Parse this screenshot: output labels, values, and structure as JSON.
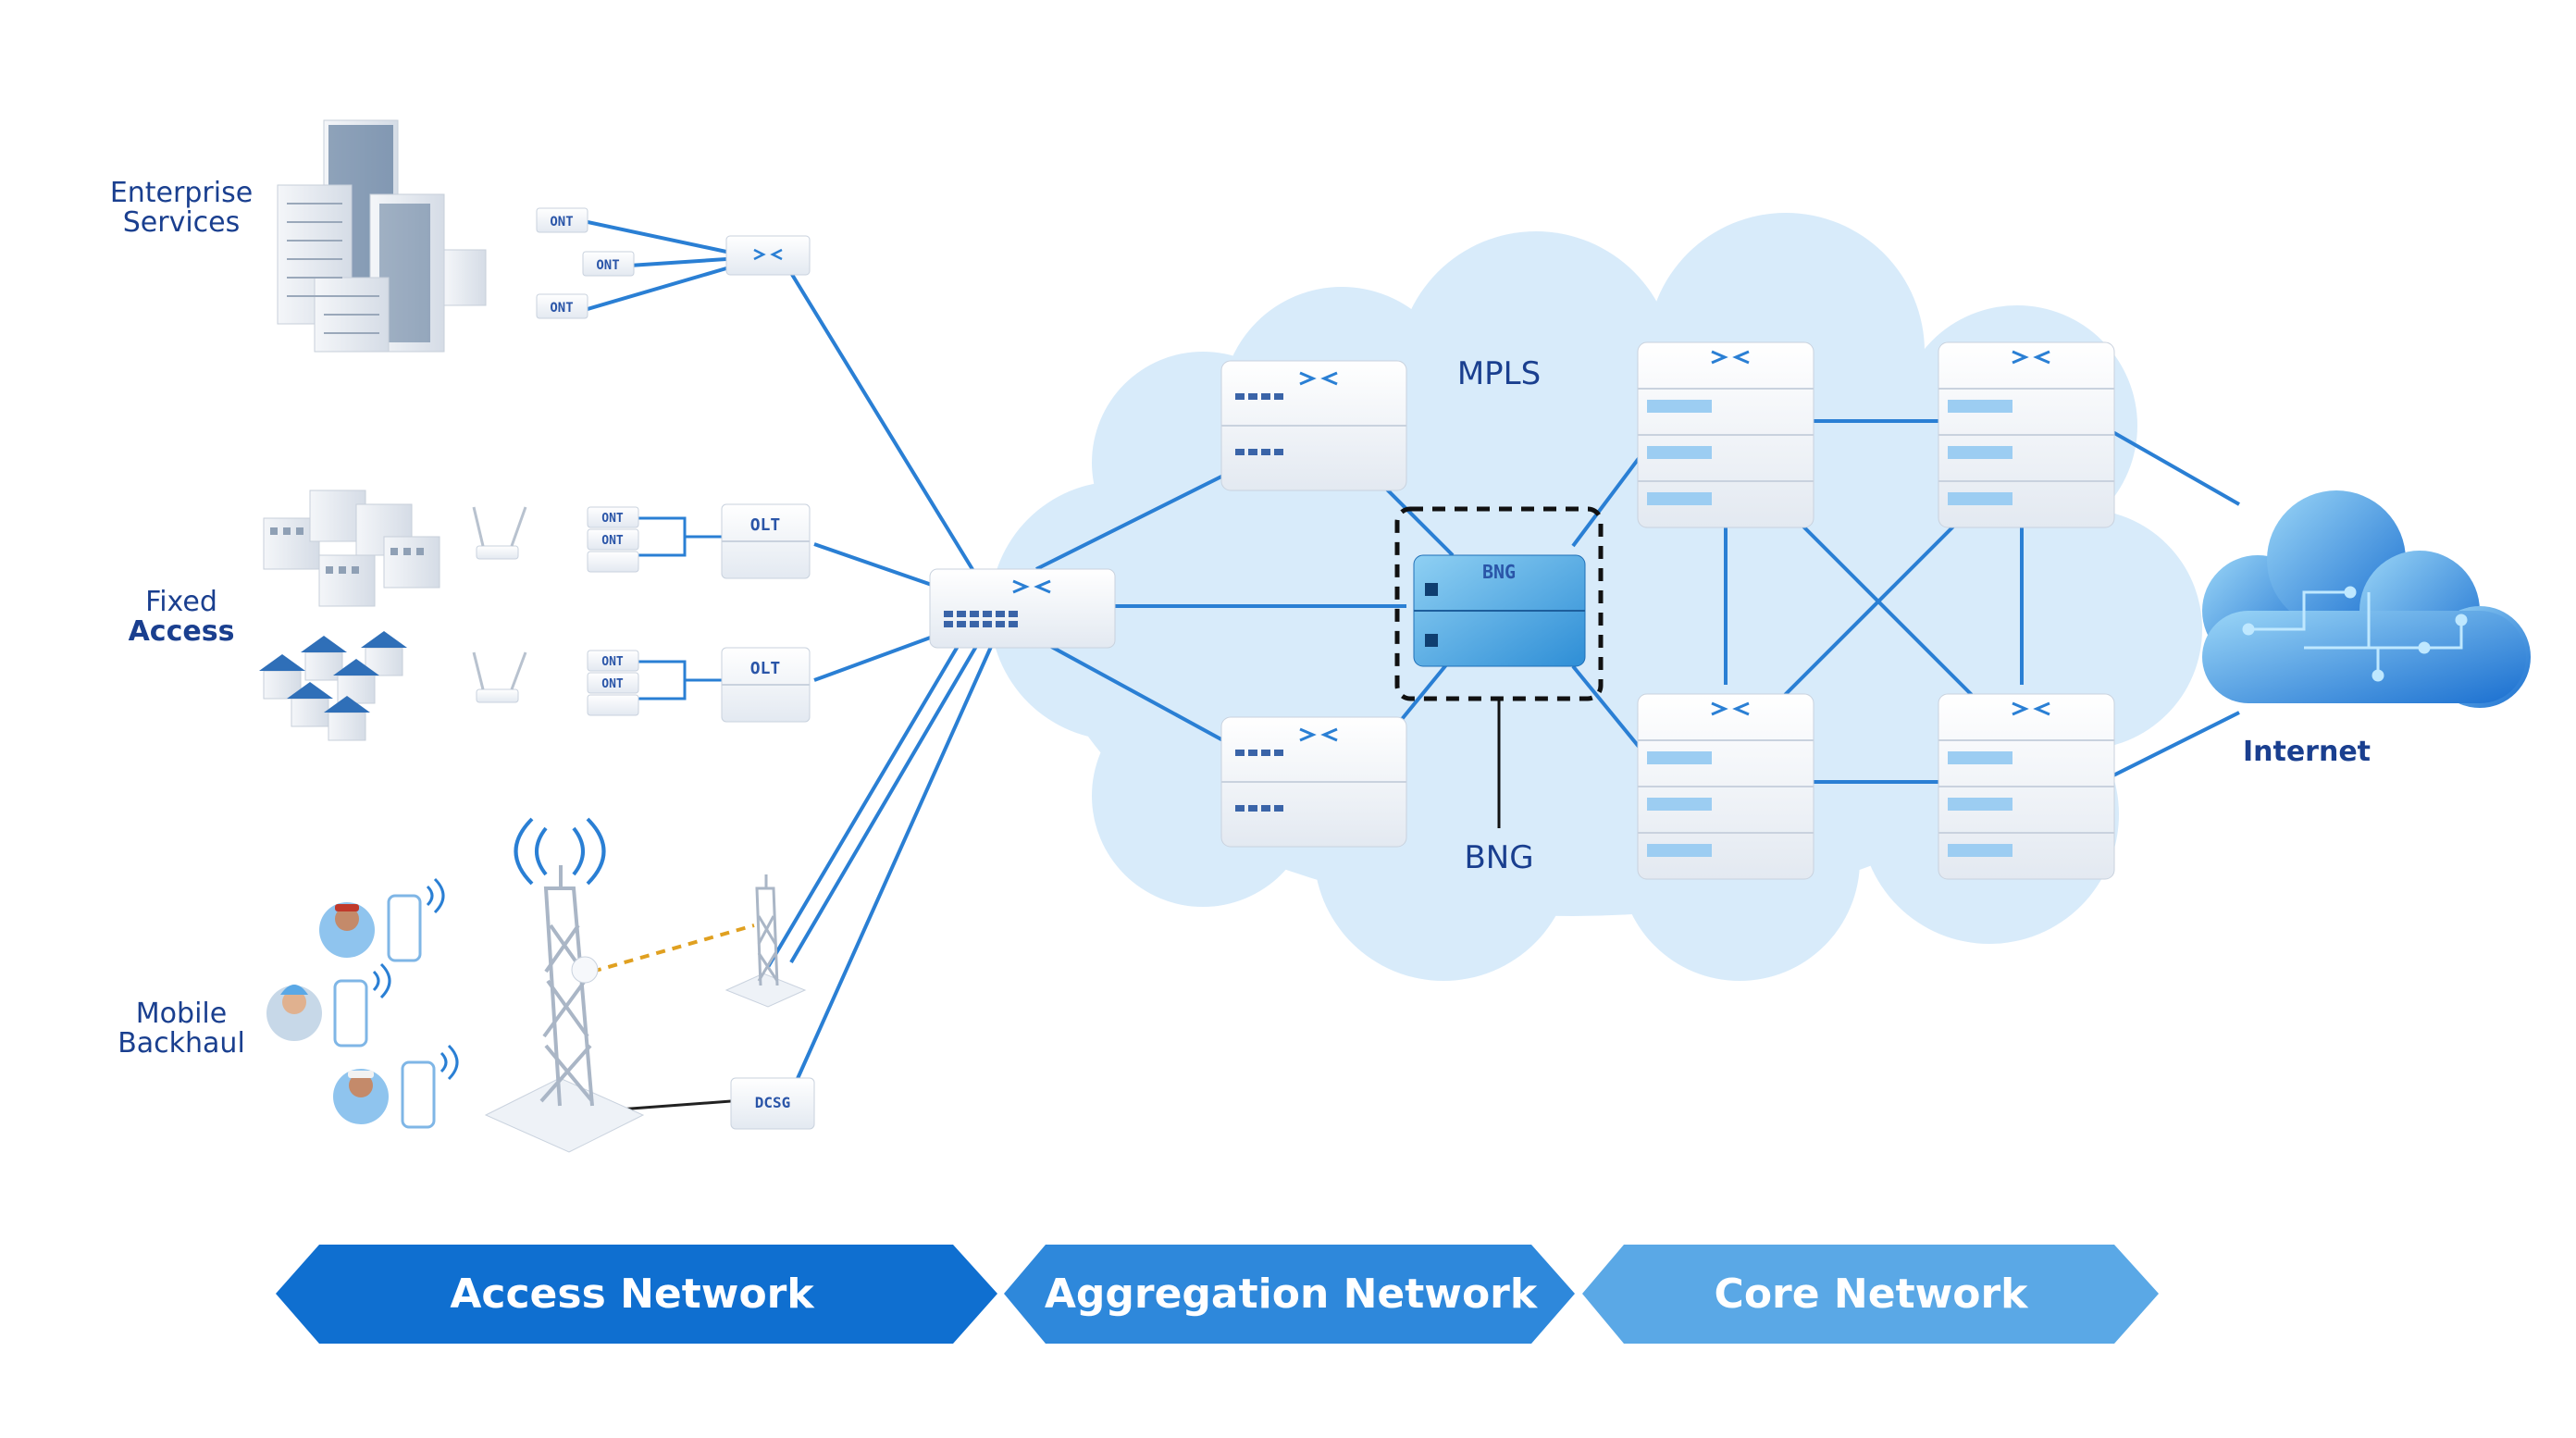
{
  "labels": {
    "enterprise_line1": "Enterprise",
    "enterprise_line2": "Services",
    "fixed_line1": "Fixed",
    "fixed_line2": "Access",
    "mobile_line1": "Mobile",
    "mobile_line2": "Backhaul",
    "mpls": "MPLS",
    "bng_callout": "BNG",
    "internet": "Internet"
  },
  "devices": {
    "ont": "ONT",
    "olt": "OLT",
    "dcsg": "DCSG",
    "bng": "BNG"
  },
  "bands": [
    {
      "label": "Access Network",
      "color": "#0f6fd0"
    },
    {
      "label": "Aggregation Network",
      "color": "#2e88db"
    },
    {
      "label": "Core Network",
      "color": "#5aa8e6"
    }
  ],
  "colors": {
    "link": "#2a7fd4",
    "cloud": "#d8ebfa",
    "label": "#1a3f8f",
    "tower_link": "#e0a020"
  }
}
